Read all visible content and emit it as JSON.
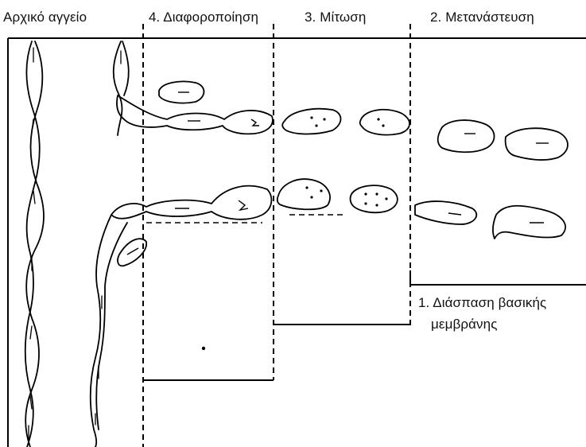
{
  "labels": {
    "parent_vessel": "Αρχικό αγγείο",
    "stage_4": "4. Διαφοροποίηση",
    "stage_3": "3. Μίτωση",
    "stage_2": "2. Μετανάστευση",
    "stage_1_line1": "1. Διάσπαση βασικής",
    "stage_1_line2": "μεμβράνης"
  },
  "colors": {
    "ink": "#000000",
    "background": "#ffffff"
  }
}
